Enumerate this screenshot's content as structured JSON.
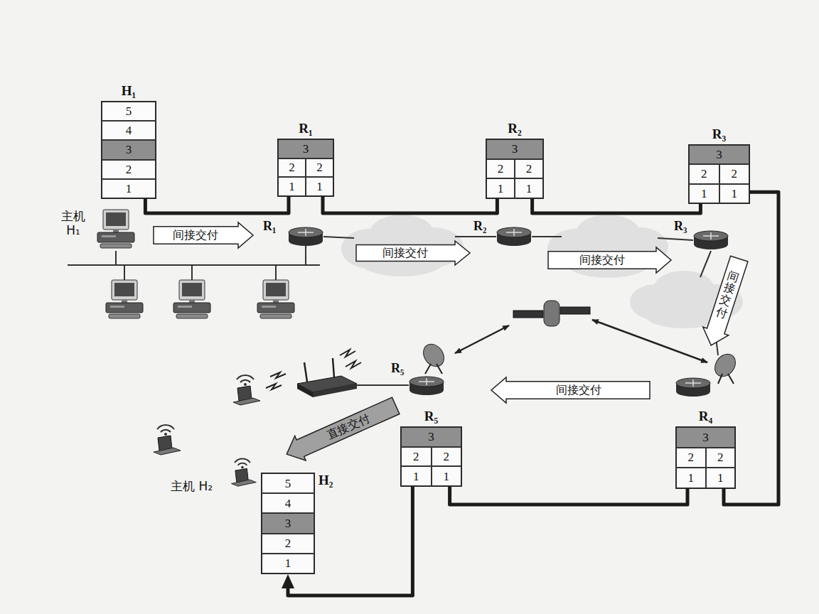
{
  "diagram": {
    "nodes": [
      {
        "text": [
          "H₁"
        ]
      },
      {
        "text": [
          "5"
        ],
        "in": 0
      },
      {
        "text": [
          "4"
        ],
        "in": 0
      },
      {
        "text": [
          "3"
        ],
        "in": 0
      },
      {
        "text": [
          "2"
        ],
        "in": 0
      },
      {
        "text": [
          "1"
        ],
        "in": 0
      },
      {
        "text": [
          "R₁"
        ]
      },
      {
        "text": [
          "3"
        ],
        "in": 6
      },
      {
        "text": [
          "2"
        ],
        "in": 6
      },
      {
        "text": [
          "2"
        ],
        "in": 6
      },
      {
        "text": [
          "1"
        ],
        "in": 6
      },
      {
        "text": [
          "1"
        ],
        "in": 6
      },
      {
        "text": [
          "R₂"
        ]
      },
      {
        "text": [
          "3"
        ],
        "in": 12
      },
      {
        "text": [
          "2"
        ],
        "in": 12
      },
      {
        "text": [
          "2"
        ],
        "in": 12
      },
      {
        "text": [
          "1"
        ],
        "in": 12
      },
      {
        "text": [
          "1"
        ],
        "in": 12
      },
      {
        "text": [
          "R₃"
        ]
      },
      {
        "text": [
          "3"
        ],
        "in": 18
      },
      {
        "text": [
          "2"
        ],
        "in": 18
      },
      {
        "text": [
          "2"
        ],
        "in": 18
      },
      {
        "text": [
          "1"
        ],
        "in": 18
      },
      {
        "text": [
          "1"
        ],
        "in": 18
      },
      {
        "text": [
          "间接交付"
        ]
      },
      {
        "text": [
          "间接交付"
        ]
      },
      {
        "text": [
          "间接交付"
        ]
      },
      {
        "text": [
          "间接交付"
        ]
      },
      {
        "text": [
          "间接交付"
        ]
      },
      {
        "text": [
          "R₅"
        ]
      },
      {
        "text": [
          "3"
        ],
        "in": 29
      },
      {
        "text": [
          "2"
        ],
        "in": 29
      },
      {
        "text": [
          "2"
        ],
        "in": 29
      },
      {
        "text": [
          "1"
        ],
        "in": 29
      },
      {
        "text": [
          "1"
        ],
        "in": 29
      },
      {
        "text": [
          "R₄"
        ]
      },
      {
        "text": [
          "3"
        ],
        "in": 35
      },
      {
        "text": [
          "2"
        ],
        "in": 35
      },
      {
        "text": [
          "2"
        ],
        "in": 35
      },
      {
        "text": [
          "1"
        ],
        "in": 35
      },
      {
        "text": [
          "1"
        ],
        "in": 35
      },
      {
        "text": [
          "直接交付"
        ]
      },
      {
        "text": [
          "H₂"
        ]
      },
      {
        "text": [
          "5"
        ],
        "in": 42
      },
      {
        "text": [
          "4"
        ],
        "in": 42
      },
      {
        "text": [
          "3"
        ],
        "in": 42
      },
      {
        "text": [
          "2"
        ],
        "in": 42
      },
      {
        "text": [
          "1"
        ],
        "in": 42
      }
    ],
    "edges": [
      {
        "from": 0,
        "to": 6,
        "arrow": "none"
      },
      {
        "from": 6,
        "to": 12,
        "arrow": "none"
      },
      {
        "from": 12,
        "to": 18,
        "arrow": "none"
      },
      {
        "from": 18,
        "to": 35,
        "arrow": "none"
      },
      {
        "from": 35,
        "to": 29,
        "arrow": "none"
      },
      {
        "from": 29,
        "to": 42,
        "arrow": "to"
      }
    ],
    "labels": [
      "主机 H₁",
      "R₁",
      "R₂",
      "R₃",
      "R₅",
      "主机 H₂"
    ]
  }
}
